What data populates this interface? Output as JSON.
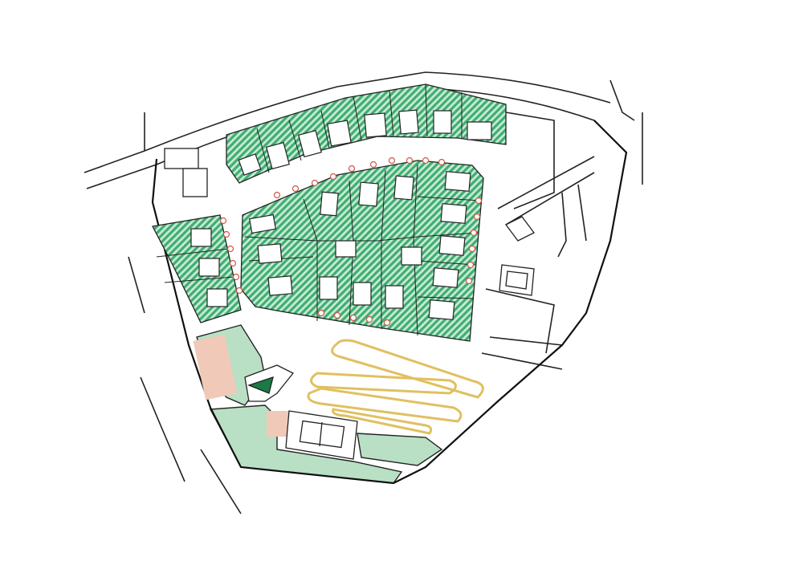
{
  "map": {
    "kind": "site-plan",
    "colors": {
      "lot_hatch": "#3fae72",
      "lot_hatch_light": "#c9ead5",
      "open_space": "#b9e0c4",
      "outline": "#222222",
      "tree_markers": "#d0584a",
      "tree_fill": "#f0c9b8",
      "path_loop": "#e0c060",
      "building": "#ffffff"
    },
    "icons": [
      "tree-marker",
      "tennis-court",
      "building-footprint"
    ]
  }
}
